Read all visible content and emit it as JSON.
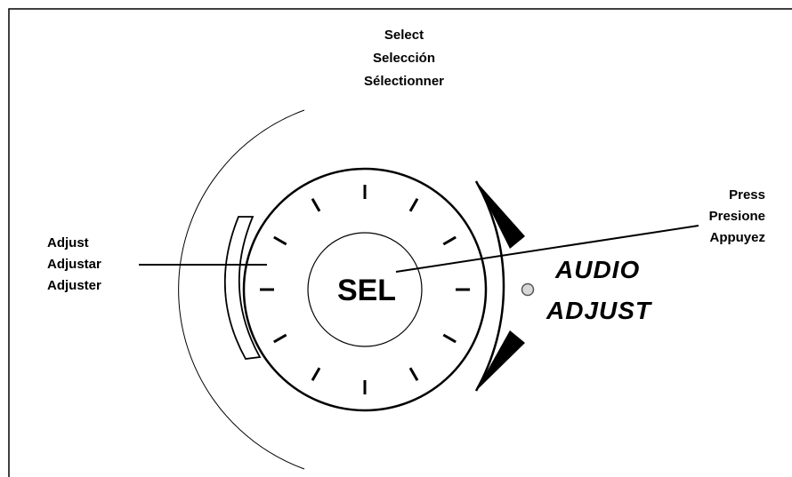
{
  "select_label": [
    "Select",
    "Selección",
    "Sélectionner"
  ],
  "adjust_label": [
    "Adjust",
    "Adjustar",
    "Adjuster"
  ],
  "press_label": [
    "Press",
    "Presione",
    "Appuyez"
  ],
  "button_label": "SEL",
  "control_label": [
    "AUDIO",
    "ADJUST"
  ],
  "colors": {
    "line": "#000000",
    "background": "#ffffff",
    "indicator_fill": "#d8d8d8"
  }
}
